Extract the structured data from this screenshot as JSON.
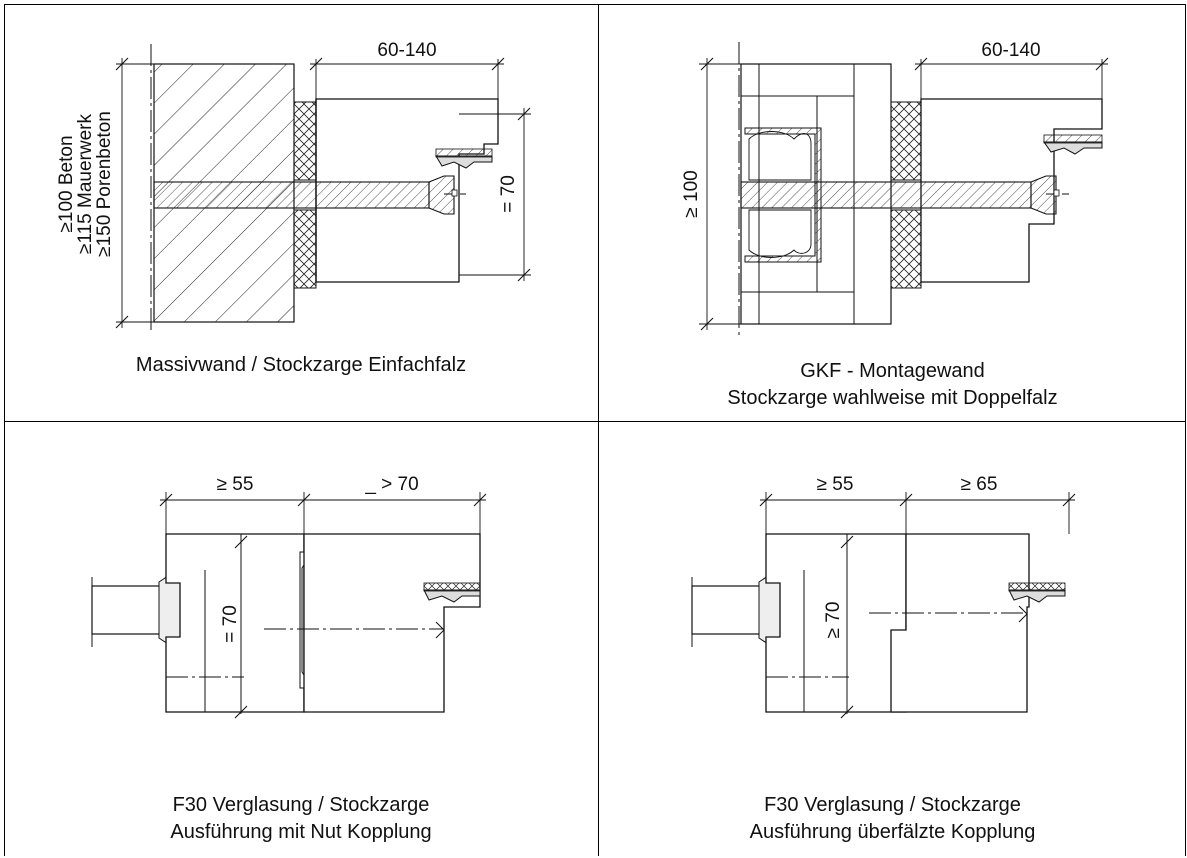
{
  "panels": {
    "top_left": {
      "dim_width": "60-140",
      "dim_height": "= 70",
      "wall_line1": "≥100 Beton",
      "wall_line2": "≥115 Mauerwerk",
      "wall_line3": "≥150  Porenbeton",
      "caption_line1": "Massivwand / Stockzarge Einfachfalz"
    },
    "top_right": {
      "dim_width": "60-140",
      "dim_height": "≥ 100",
      "caption_line1": "GKF - Montagewand",
      "caption_line2": "Stockzarge wahlweise mit Doppelfalz"
    },
    "bottom_left": {
      "dim_left": "≥ 55",
      "dim_right": "_ > 70",
      "dim_height": "= 70",
      "caption_line1": "F30 Verglasung / Stockzarge",
      "caption_line2": "Ausführung mit Nut Kopplung"
    },
    "bottom_right": {
      "dim_left": "≥ 55",
      "dim_right": "≥ 65",
      "dim_height": "≥ 70",
      "caption_line1": "F30 Verglasung / Stockzarge",
      "caption_line2": "Ausführung überfälzte Kopplung"
    }
  }
}
